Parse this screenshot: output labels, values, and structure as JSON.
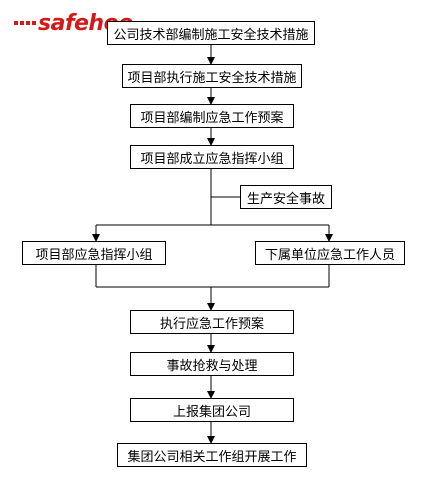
{
  "watermark": "safehoo",
  "nodes": {
    "n1": "公司技术部编制施工安全技术措施",
    "n2": "项目部执行施工安全技术措施",
    "n3": "项目部编制应急工作预案",
    "n4": "项目部成立应急指挥小组",
    "trigger": "生产安全事故",
    "left": "项目部应急指挥小组",
    "right": "下属单位应急工作人员",
    "n5": "执行应急工作预案",
    "n6": "事故抢救与处理",
    "n7": "上报集团公司",
    "n8": "集团公司相关工作组开展工作"
  }
}
